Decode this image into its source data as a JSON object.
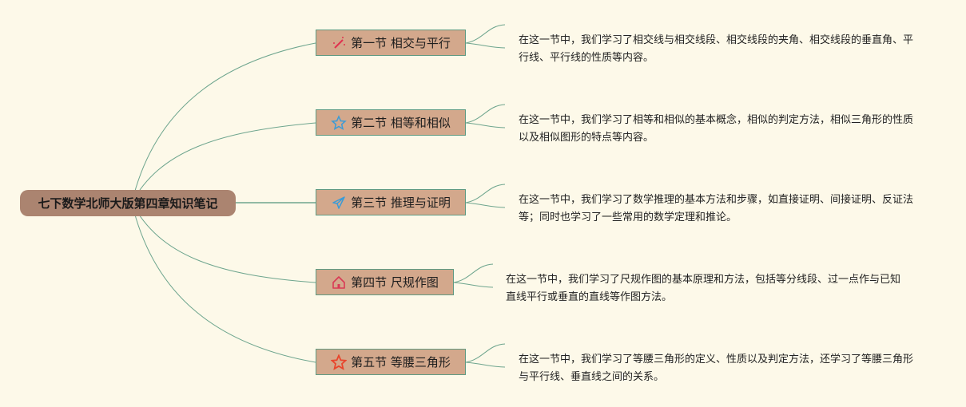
{
  "root": {
    "title": "七下数学北师大版第四章知识笔记"
  },
  "sections": [
    {
      "label": "第一节 相交与平行",
      "icon": "magic-wand-icon",
      "icon_color": "#e0334f",
      "description": "在这一节中，我们学习了相交线与相交线段、相交线段的夹角、相交线段的垂直角、平行线、平行线的性质等内容。"
    },
    {
      "label": "第二节 相等和相似",
      "icon": "star-outline-icon",
      "icon_color": "#3b9bd6",
      "description": "在这一节中，我们学习了相等和相似的基本概念，相似的判定方法，相似三角形的性质以及相似图形的特点等内容。"
    },
    {
      "label": "第三节 推理与证明",
      "icon": "paper-plane-icon",
      "icon_color": "#3b9bd6",
      "description": "在这一节中，我们学习了数学推理的基本方法和步骤，如直接证明、间接证明、反证法等；同时也学习了一些常用的数学定理和推论。"
    },
    {
      "label": "第四节 尺规作图",
      "icon": "home-icon",
      "icon_color": "#d93a55",
      "description": "在这一节中，我们学习了尺规作图的基本原理和方法，包括等分线段、过一点作与已知直线平行或垂直的直线等作图方法。"
    },
    {
      "label": "第五节 等腰三角形",
      "icon": "star-icon",
      "icon_color": "#e8452c",
      "description": "在这一节中，我们学习了等腰三角形的定义、性质以及判定方法，还学习了等腰三角形与平行线、垂直线之间的关系。"
    }
  ],
  "colors": {
    "background": "#fdf9e9",
    "root": "#ab8470",
    "node": "#d3a88c",
    "line": "#5f9a82"
  }
}
